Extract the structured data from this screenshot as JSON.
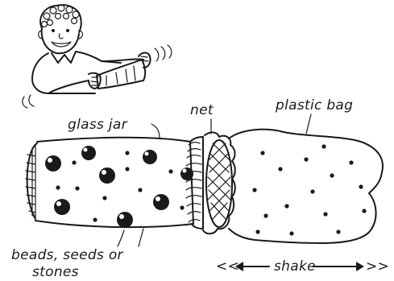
{
  "labels": {
    "glass_jar": "glass jar",
    "net": "net",
    "plastic_bag": "plastic bag",
    "beads_line1": "beads, seeds or",
    "beads_line2": "stones",
    "shake_left": "<<",
    "shake_word": "shake",
    "shake_right": ">>"
  },
  "colors": {
    "ink": "#1a1a1a",
    "paper": "#ffffff"
  }
}
